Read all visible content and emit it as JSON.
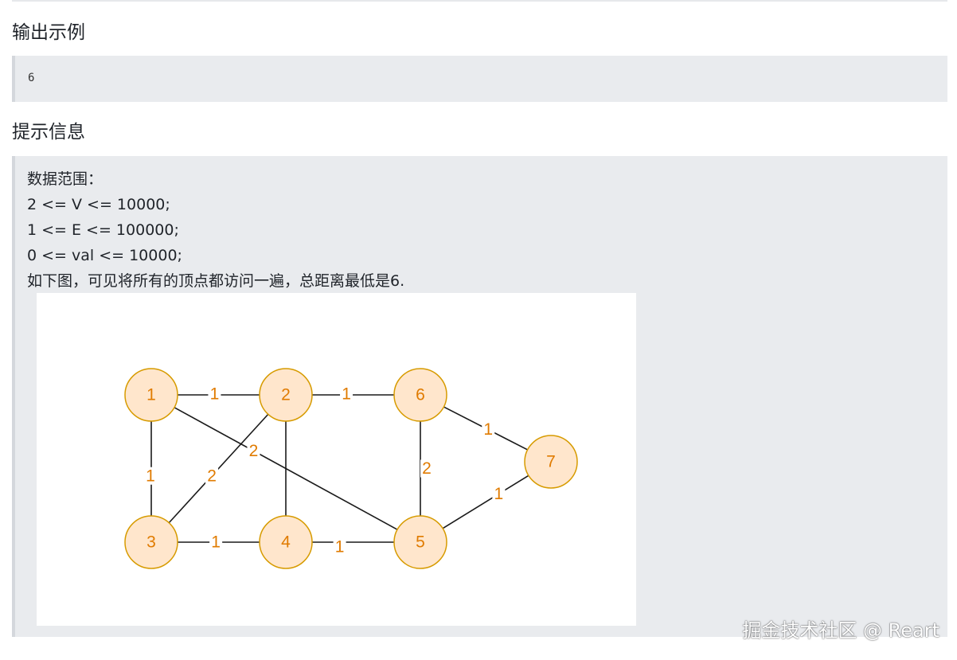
{
  "output_example": {
    "heading": "输出示例",
    "value": "6"
  },
  "hint": {
    "heading": "提示信息",
    "lines": [
      "数据范围：",
      "2 <= V <= 10000;",
      "1 <= E <= 100000;",
      "0 <= val <= 10000;",
      "如下图，可见将所有的顶点都访问一遍，总距离最低是6."
    ]
  },
  "graph": {
    "nodes": [
      {
        "id": "1",
        "label": "1"
      },
      {
        "id": "2",
        "label": "2"
      },
      {
        "id": "6",
        "label": "6"
      },
      {
        "id": "7",
        "label": "7"
      },
      {
        "id": "3",
        "label": "3"
      },
      {
        "id": "4",
        "label": "4"
      },
      {
        "id": "5",
        "label": "5"
      }
    ],
    "edges": [
      {
        "from": "1",
        "to": "2",
        "weight": "1"
      },
      {
        "from": "2",
        "to": "6",
        "weight": "1"
      },
      {
        "from": "6",
        "to": "7",
        "weight": "1"
      },
      {
        "from": "1",
        "to": "3",
        "weight": "1"
      },
      {
        "from": "1",
        "to": "5",
        "weight": "2"
      },
      {
        "from": "2",
        "to": "3",
        "weight": "2"
      },
      {
        "from": "2",
        "to": "4",
        "weight": ""
      },
      {
        "from": "6",
        "to": "5",
        "weight": "2"
      },
      {
        "from": "3",
        "to": "4",
        "weight": "1"
      },
      {
        "from": "4",
        "to": "5",
        "weight": "1"
      },
      {
        "from": "5",
        "to": "7",
        "weight": "1"
      }
    ],
    "colors": {
      "node_fill": "#ffe6cc",
      "node_stroke": "#d79b00",
      "label": "#e07b00",
      "edge": "#1a1a1a"
    }
  },
  "watermark": "掘金技术社区 @ Reart"
}
